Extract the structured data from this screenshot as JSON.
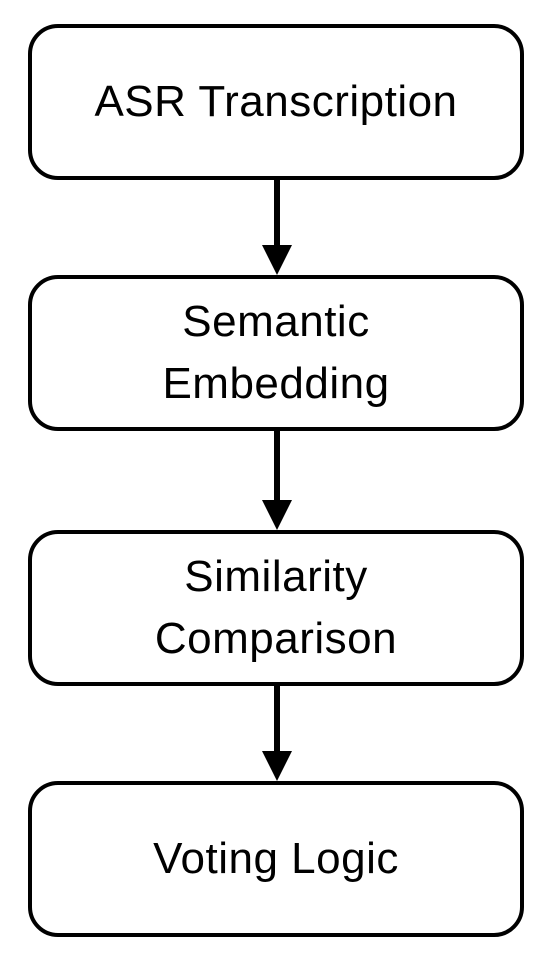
{
  "flowchart": {
    "steps": [
      {
        "label": "ASR Transcription"
      },
      {
        "label": "Semantic\nEmbedding"
      },
      {
        "label": "Similarity\nComparison"
      },
      {
        "label": "Voting Logic"
      }
    ],
    "colors": {
      "stroke": "#000000",
      "fill": "#ffffff",
      "text": "#000000"
    }
  }
}
